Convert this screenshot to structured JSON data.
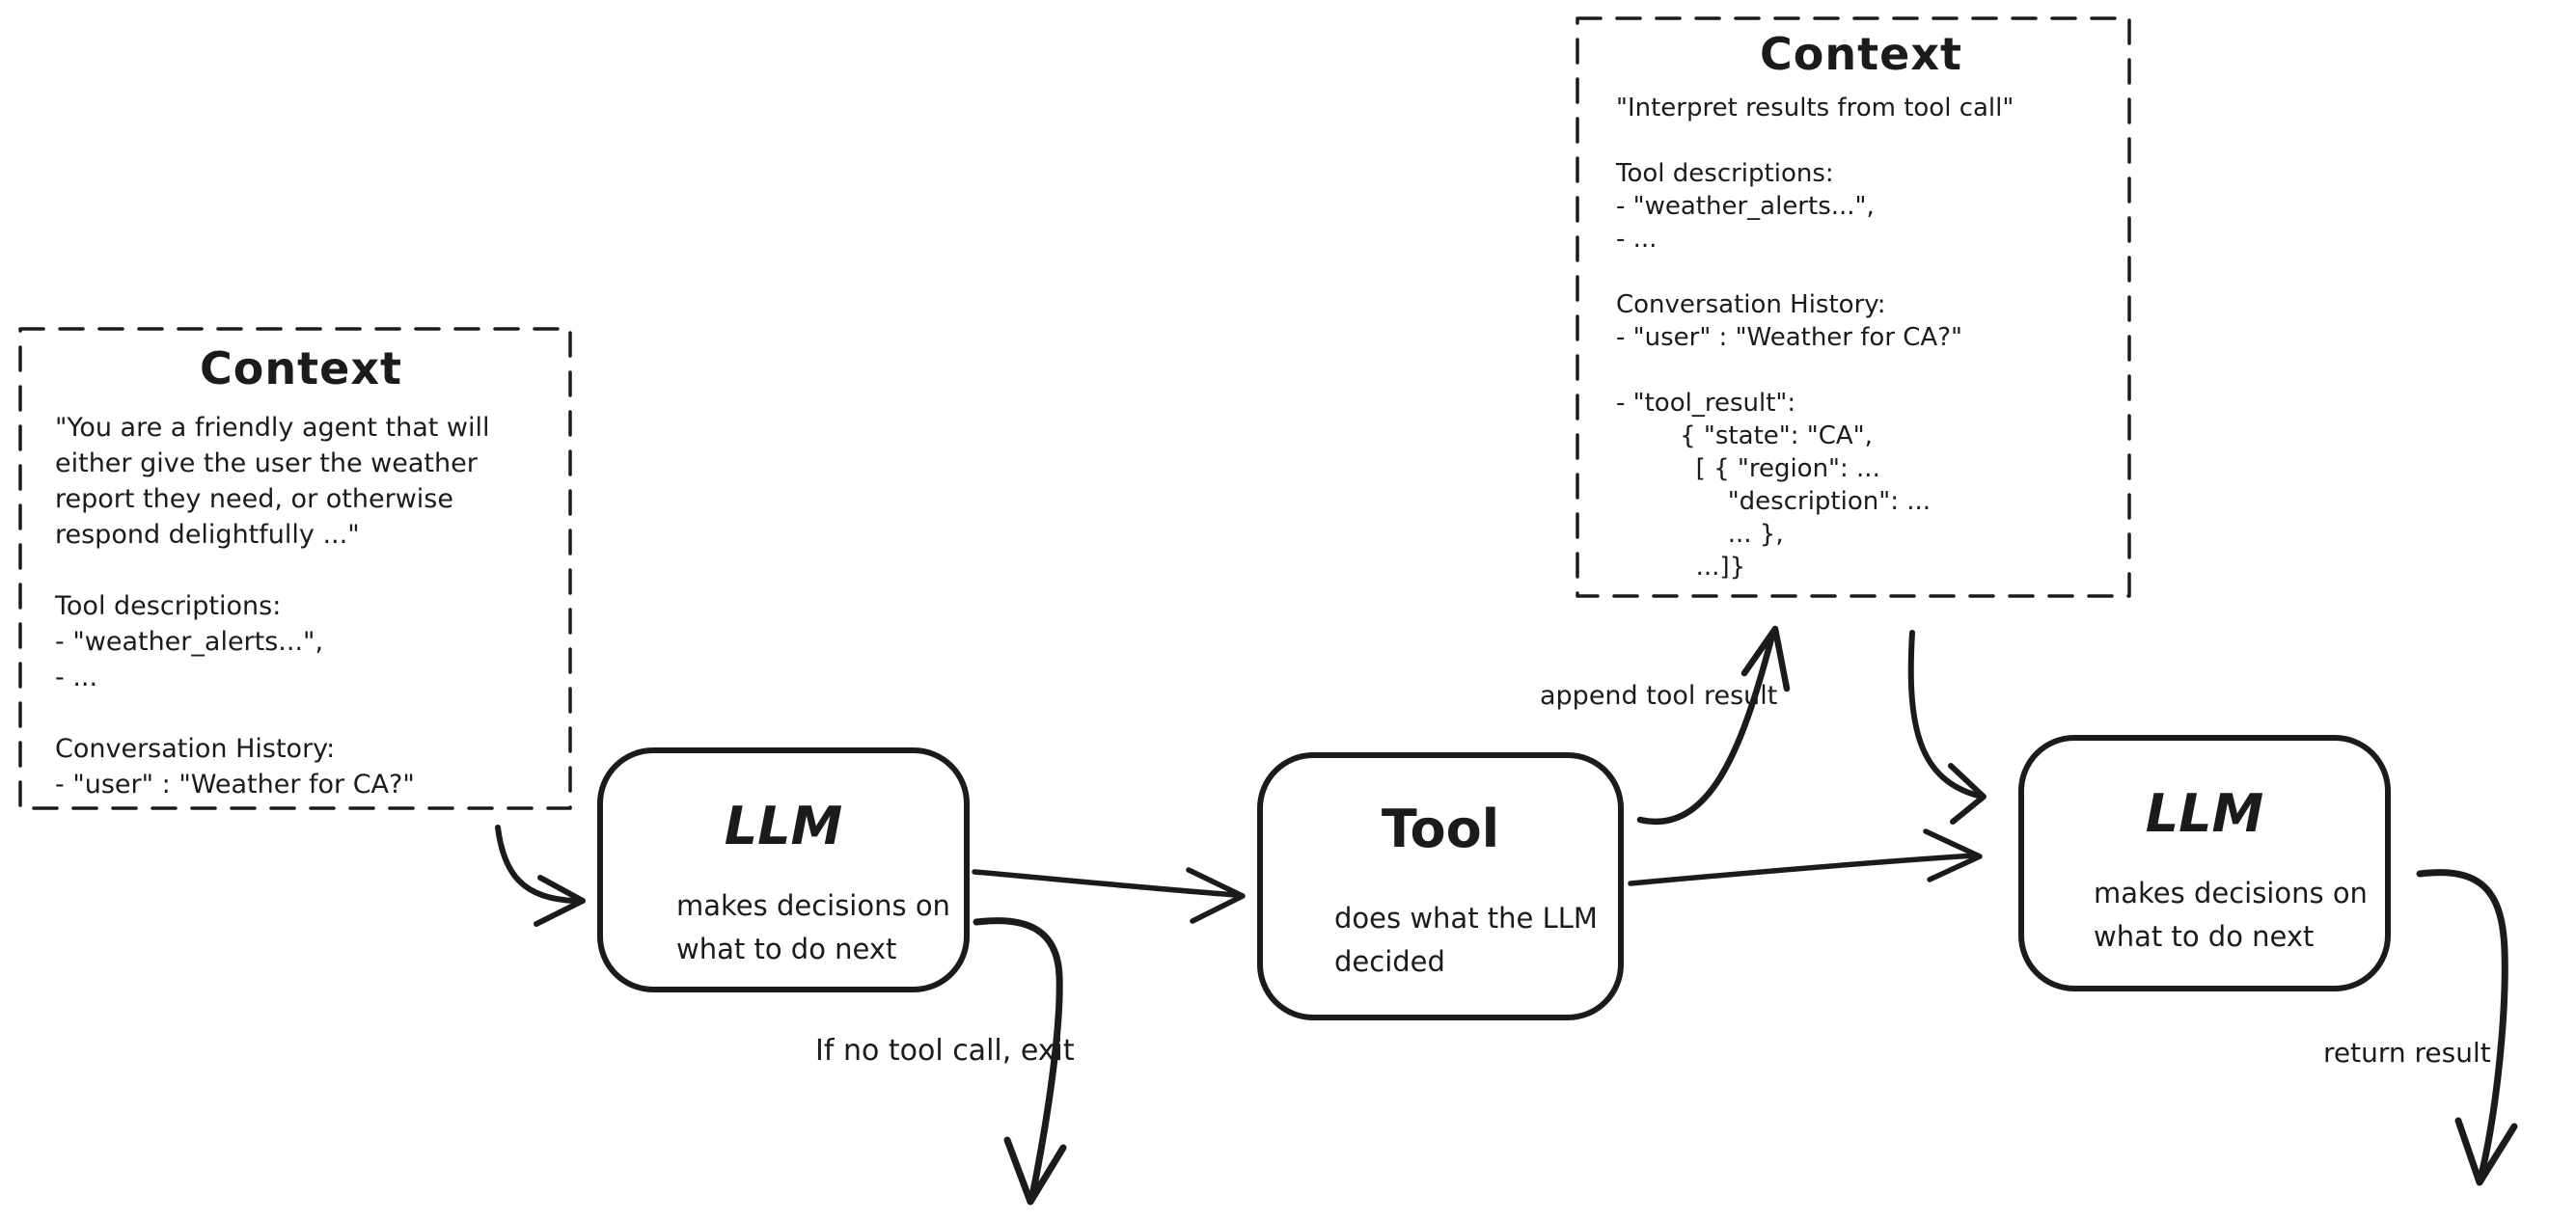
{
  "ink_color": "#1b1b1b",
  "background_color": "#ffffff",
  "context_left": {
    "title": "Context",
    "body": "\"You are a friendly agent that will\neither give the user the weather\nreport they need, or otherwise\nrespond delightfully ...\"\n\nTool descriptions:\n- \"weather_alerts...\",\n- ...\n\nConversation History:\n- \"user\" : \"Weather for CA?\""
  },
  "context_top": {
    "title": "Context",
    "body": "\"Interpret results from tool call\"\n\nTool descriptions:\n- \"weather_alerts...\",\n- ...\n\nConversation History:\n- \"user\" : \"Weather for CA?\"\n\n- \"tool_result\":\n        { \"state\": \"CA\",\n          [ { \"region\": ...\n              \"description\": ...\n              ... },\n          ...]}"
  },
  "nodes": {
    "llm_1": {
      "title": "LLM",
      "subtitle": "makes decisions on\nwhat to do next"
    },
    "tool": {
      "title": "Tool",
      "subtitle": "does what the LLM\ndecided"
    },
    "llm_2": {
      "title": "LLM",
      "subtitle": "makes decisions on\nwhat to do next"
    }
  },
  "edges": [
    {
      "from": "context-left",
      "to": "llm-1",
      "label": ""
    },
    {
      "from": "llm-1",
      "to": "tool",
      "label": ""
    },
    {
      "from": "llm-1",
      "to": "exit",
      "label": "If no tool call, exit"
    },
    {
      "from": "tool",
      "to": "context-top",
      "label": "append tool result"
    },
    {
      "from": "tool",
      "to": "llm-2",
      "label": ""
    },
    {
      "from": "context-top",
      "to": "llm-2",
      "label": ""
    },
    {
      "from": "llm-2",
      "to": "out",
      "label": "return result"
    }
  ]
}
